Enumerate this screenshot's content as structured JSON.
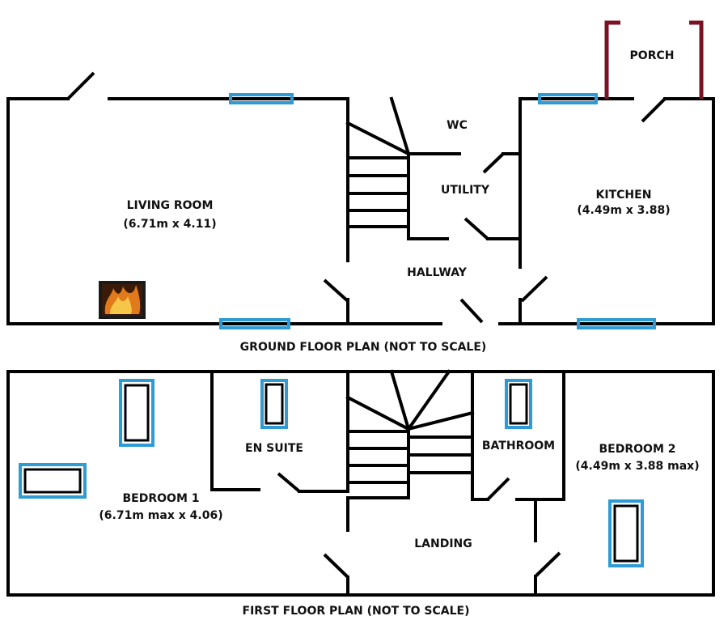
{
  "colors": {
    "wall": "#000000",
    "window": "#2e9bd4",
    "porch": "#7a1224",
    "fire": "#e07a1a"
  },
  "ground_floor": {
    "caption": "GROUND FLOOR PLAN (NOT TO SCALE)",
    "living_room": {
      "name": "LIVING ROOM",
      "size": "(6.71m x 4.11)"
    },
    "wc": {
      "name": "WC"
    },
    "utility": {
      "name": "UTILITY"
    },
    "kitchen": {
      "name": "KITCHEN",
      "size": "(4.49m x 3.88)"
    },
    "hallway": {
      "name": "HALLWAY"
    },
    "porch": {
      "name": "PORCH"
    },
    "fireplace": {
      "icon": "fireplace-icon"
    }
  },
  "first_floor": {
    "caption": "FIRST FLOOR PLAN (NOT TO SCALE)",
    "bedroom1": {
      "name": "BEDROOM 1",
      "size": "(6.71m max x 4.06)"
    },
    "en_suite": {
      "name": "EN SUITE"
    },
    "bathroom": {
      "name": "BATHROOM"
    },
    "bedroom2": {
      "name": "BEDROOM 2",
      "size": "(4.49m x 3.88 max)"
    },
    "landing": {
      "name": "LANDING"
    }
  }
}
